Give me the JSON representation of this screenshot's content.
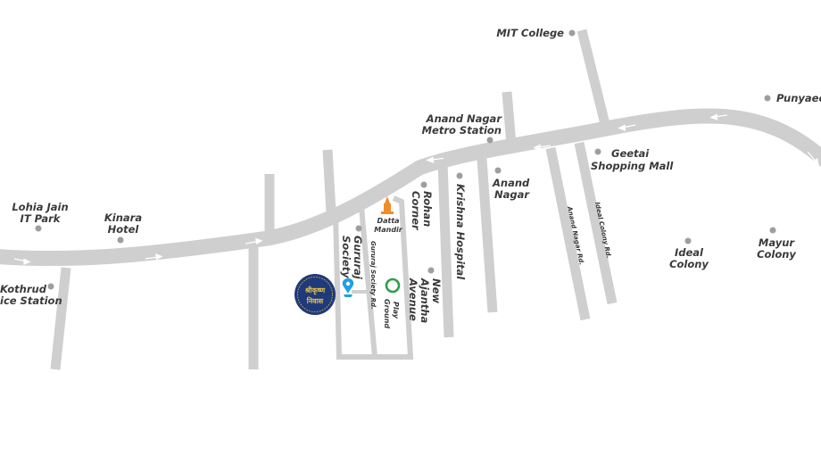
{
  "colors": {
    "road": "#cfcfcf",
    "marker": "#9e9e9e",
    "text": "#3a3a3a",
    "logo_bg": "#1f3a7a",
    "logo_text": "#e8c34a",
    "pin": "#1ea1e0",
    "playground": "#2e9e4a",
    "temple": "#f28c28"
  },
  "places": {
    "mit_college": "MIT College",
    "punyaee": "Punyaee",
    "anand_nagar_metro_1": "Anand Nagar",
    "anand_nagar_metro_2": "Metro Station",
    "geetai_1": "Geetai",
    "geetai_2": "Shopping Mall",
    "anand_nagar_1": "Anand",
    "anand_nagar_2": "Nagar",
    "lohia_1": "Lohia Jain",
    "lohia_2": "IT Park",
    "kinara_1": "Kinara",
    "kinara_2": "Hotel",
    "kothrud_1": "Kothrud",
    "kothrud_2": "ice Station",
    "datta_1": "Datta",
    "datta_2": "Mandir",
    "rohan_1": "Rohan",
    "rohan_2": "Corner",
    "krishna_hospital": "Krishna Hospital",
    "gururaj_1": "Gururaj",
    "gururaj_2": "Society",
    "new_ajantha_1": "New",
    "new_ajantha_2": "Ajantha",
    "new_ajantha_3": "Avenue",
    "play_1": "Play",
    "play_2": "Ground",
    "ideal_colony_1": "Ideal",
    "ideal_colony_2": "Colony",
    "mayur_1": "Mayur",
    "mayur_2": "Colony"
  },
  "roads": {
    "gururaj_society_rd": "Gururaj Society Rd.",
    "anand_nagar_rd": "Anand Nagar Rd.",
    "ideal_colony_rd": "Ideal Colony Rd."
  },
  "logo": {
    "line1": "श्रीकृष्ण",
    "line2": "निवास"
  },
  "icons": {
    "location_pin": "location-pin-icon",
    "playground": "playground-icon",
    "temple": "temple-icon"
  }
}
